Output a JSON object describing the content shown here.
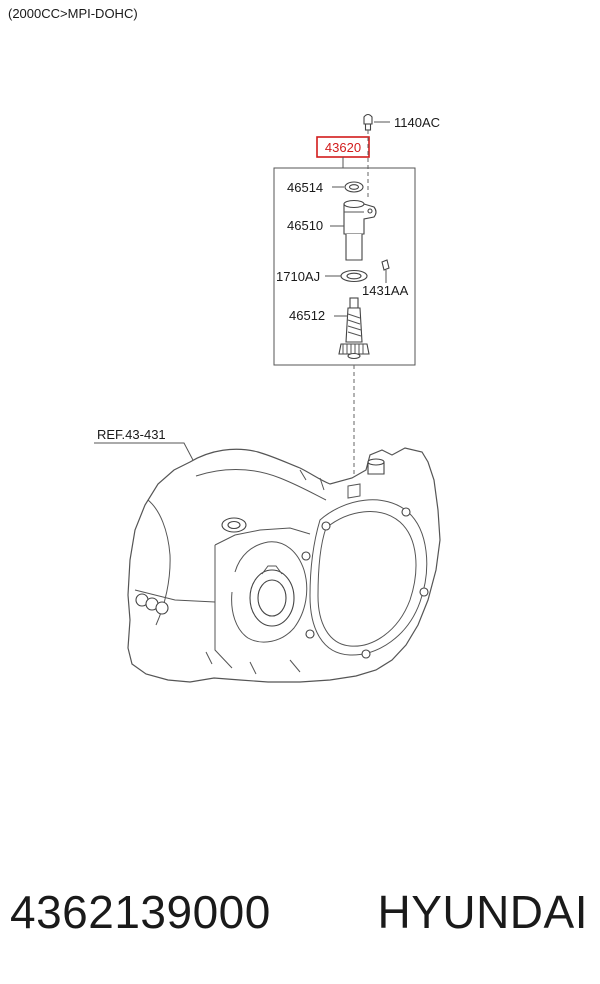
{
  "header": {
    "subtitle": "(2000CC>MPI-DOHC)"
  },
  "callouts": {
    "bolt": "1140AC",
    "assembly": "43620",
    "seal": "46514",
    "sleeve": "46510",
    "oring": "1710AJ",
    "pin": "1431AA",
    "gear": "46512",
    "reference": "REF.43-431"
  },
  "footer": {
    "part_number": "4362139000",
    "brand": "HYUNDAI"
  },
  "colors": {
    "highlight": "#d21c1c",
    "line": "#555555",
    "text": "#1a1a1a"
  }
}
